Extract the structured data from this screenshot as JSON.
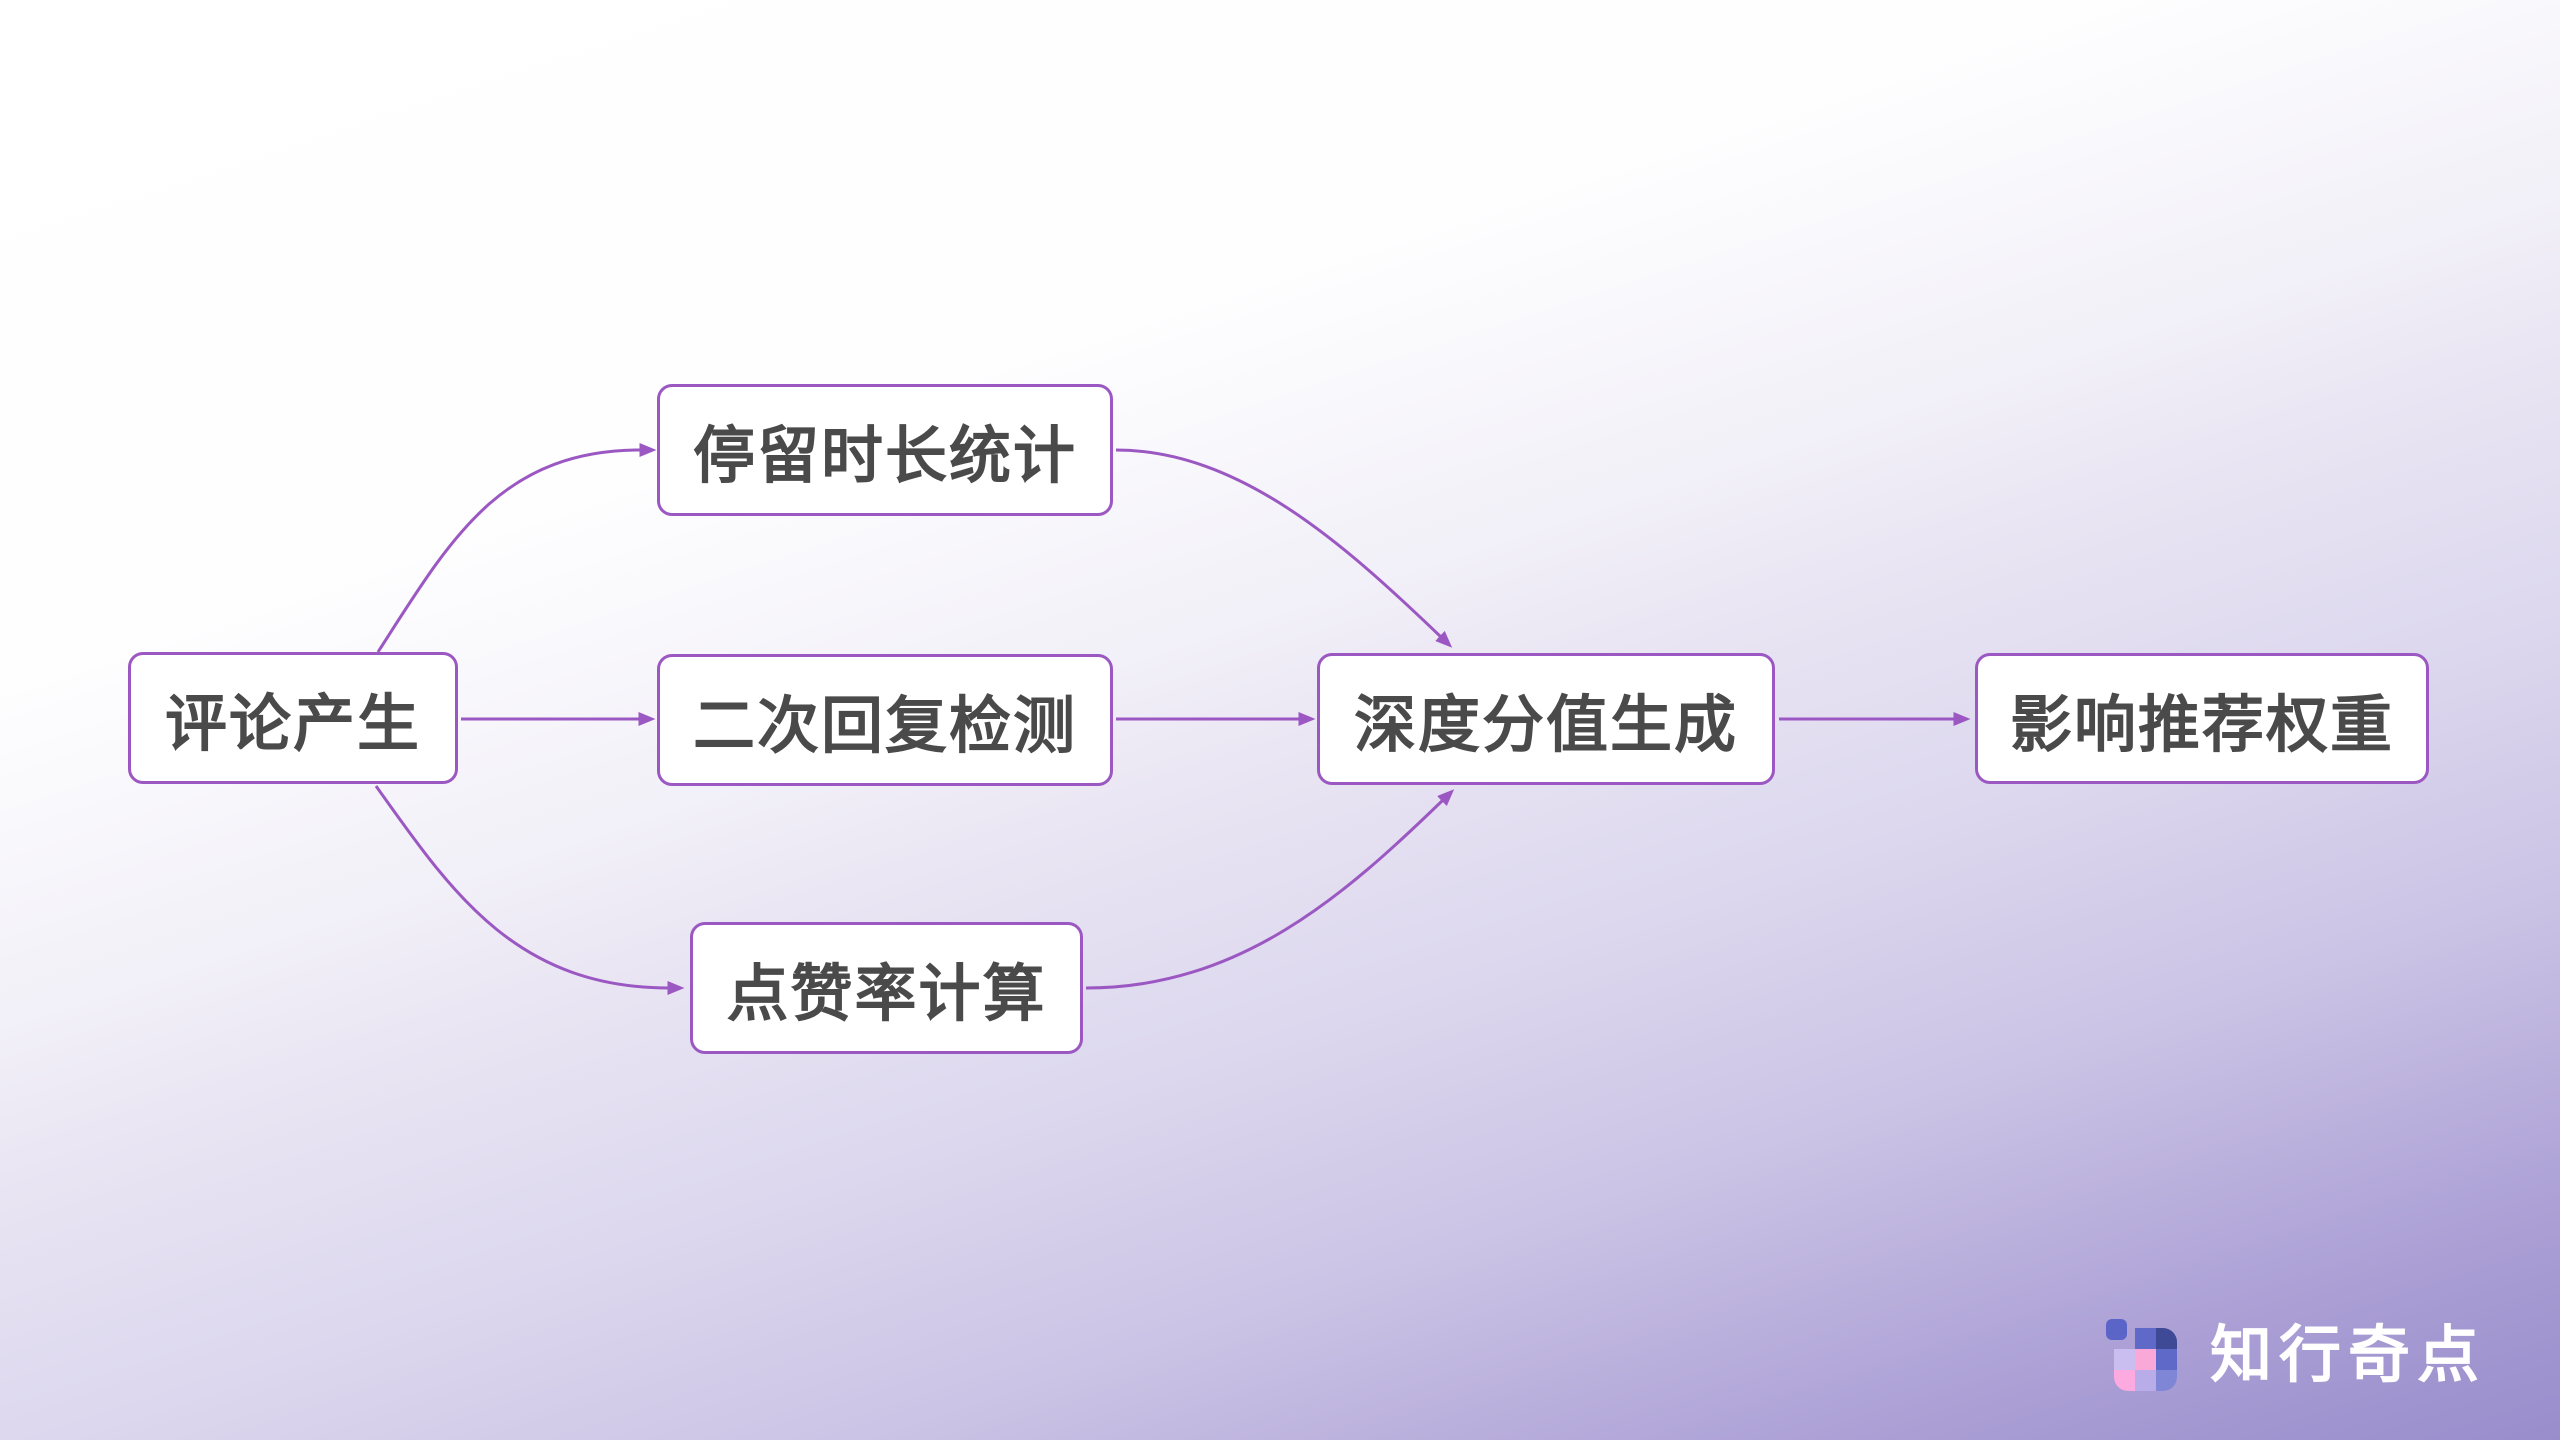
{
  "diagram": {
    "nodes": [
      {
        "id": "comment-created",
        "label": "评论产生"
      },
      {
        "id": "dwell-time-stats",
        "label": "停留时长统计"
      },
      {
        "id": "secondary-reply-detect",
        "label": "二次回复检测"
      },
      {
        "id": "like-rate-calc",
        "label": "点赞率计算"
      },
      {
        "id": "depth-score-gen",
        "label": "深度分值生成"
      },
      {
        "id": "rec-weight-impact",
        "label": "影响推荐权重"
      }
    ],
    "edges": [
      {
        "from": "comment-created",
        "to": "dwell-time-stats"
      },
      {
        "from": "comment-created",
        "to": "secondary-reply-detect"
      },
      {
        "from": "comment-created",
        "to": "like-rate-calc"
      },
      {
        "from": "dwell-time-stats",
        "to": "depth-score-gen"
      },
      {
        "from": "secondary-reply-detect",
        "to": "depth-score-gen"
      },
      {
        "from": "like-rate-calc",
        "to": "depth-score-gen"
      },
      {
        "from": "depth-score-gen",
        "to": "rec-weight-impact"
      }
    ],
    "colors": {
      "node_border": "#9b58c2",
      "node_background": "#ffffff",
      "node_text": "#4a4a4a",
      "arrow": "#9b58c2",
      "background_top_left": "#ffffff",
      "background_bottom_right": "#998dcc"
    }
  },
  "brand": {
    "logo_text": "知行奇点",
    "logo_mark_colors": {
      "detached_square": "#5b64c7",
      "top_mid": "#5f69c8",
      "top_right": "#3e4a96",
      "mid_left": "#cabdf0",
      "mid_mid": "#f9a8d8",
      "mid_right": "#5f69c8",
      "bottom_left": "#fcaadf",
      "bottom_mid": "#b9ade9",
      "bottom_right": "#7f86d6"
    }
  }
}
